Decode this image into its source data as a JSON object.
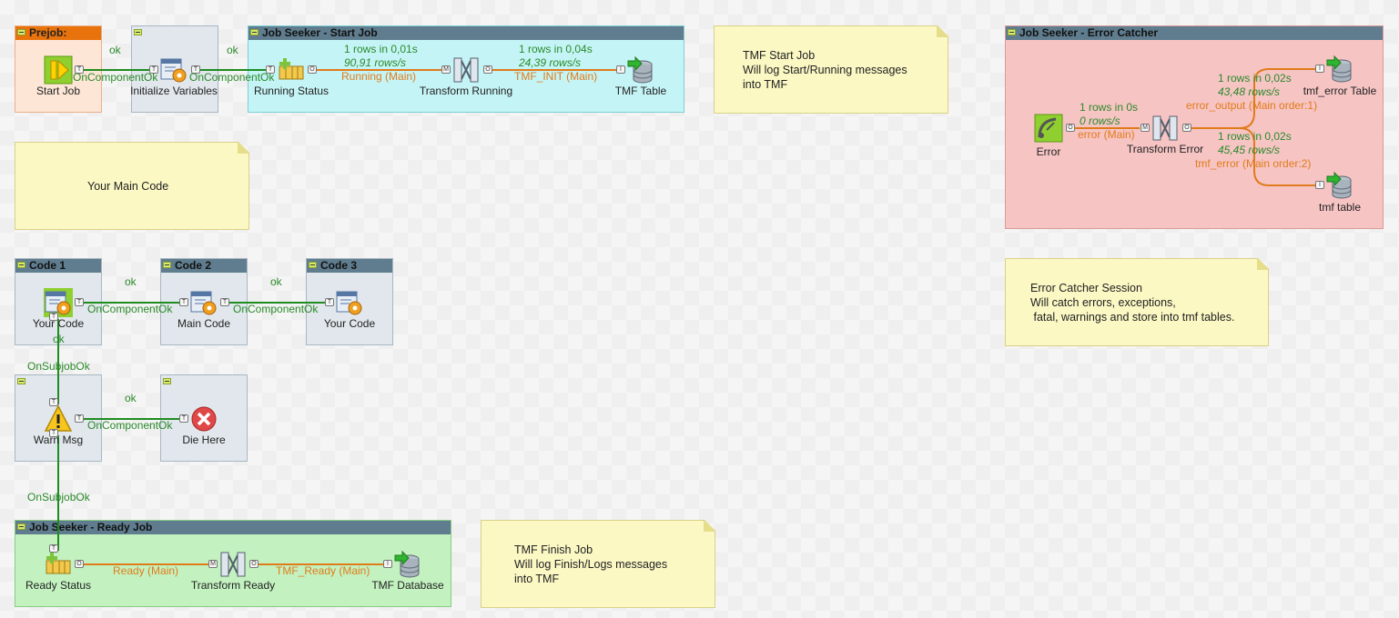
{
  "colors": {
    "onok_link": "#1f8c1f",
    "main_link": "#e07b1a",
    "start_job_bg": "#c5f4f6",
    "error_catcher_bg": "#f7c4c4",
    "ready_job_bg": "#c3f2c0",
    "prejob_bg": "#fde6d6",
    "note_bg": "#fbf8c4"
  },
  "subjobs": {
    "prejob": {
      "title": "Prejob:"
    },
    "start_job": {
      "title": "Job Seeker - Start Job"
    },
    "error_catcher": {
      "title": "Job Seeker - Error Catcher"
    },
    "code1": {
      "title": "Code 1"
    },
    "code2": {
      "title": "Code 2"
    },
    "code3": {
      "title": "Code 3"
    },
    "ready_job": {
      "title": "Job Seeker - Ready Job"
    }
  },
  "notes": {
    "tmf_start": "TMF Start Job\nWill log Start/Running messages\ninto TMF",
    "main_code": "Your Main Code",
    "error_catcher": "Error Catcher Session\nWill catch errors, exceptions,\n fatal, warnings and store into tmf tables.",
    "tmf_finish": "TMF Finish Job\nWill log Finish/Logs messages\ninto TMF"
  },
  "components": {
    "start_job": "Start Job",
    "init_vars": "Initialize Variables",
    "running_status": "Running Status",
    "transform_running": "Transform Running",
    "tmf_table": "TMF Table",
    "error": "Error",
    "transform_error": "Transform Error",
    "tmf_error_table": "tmf_error Table",
    "tmf_table_lower": "tmf table",
    "your_code_1": "Your Code",
    "main_code": "Main Code",
    "your_code_3": "Your Code",
    "warn_msg": "Warn Msg",
    "die_here": "Die Here",
    "ready_status": "Ready Status",
    "transform_ready": "Transform Ready",
    "tmf_database": "TMF Database"
  },
  "links": {
    "ok": "ok",
    "on_component_ok": "OnComponentOk",
    "on_subjob_ok": "OnSubjobOk",
    "running_main": "Running (Main)",
    "tmf_init_main": "TMF_INIT (Main)",
    "error_main": "error (Main)",
    "error_output": "error_output (Main order:1)",
    "tmf_error": "tmf_error (Main order:2)",
    "ready_main": "Ready (Main)",
    "tmf_ready_main": "TMF_Ready (Main)"
  },
  "stats": {
    "running_rows": "1 rows in 0,01s",
    "running_rate": "90,91 rows/s",
    "tmf_init_rows": "1 rows in 0,04s",
    "tmf_init_rate": "24,39 rows/s",
    "error_rows": "1 rows in 0s",
    "error_rate": "0 rows/s",
    "error_output_rows": "1 rows in 0,02s",
    "error_output_rate": "43,48 rows/s",
    "tmf_error_rows": "1 rows in 0,02s",
    "tmf_error_rate": "45,45 rows/s"
  }
}
